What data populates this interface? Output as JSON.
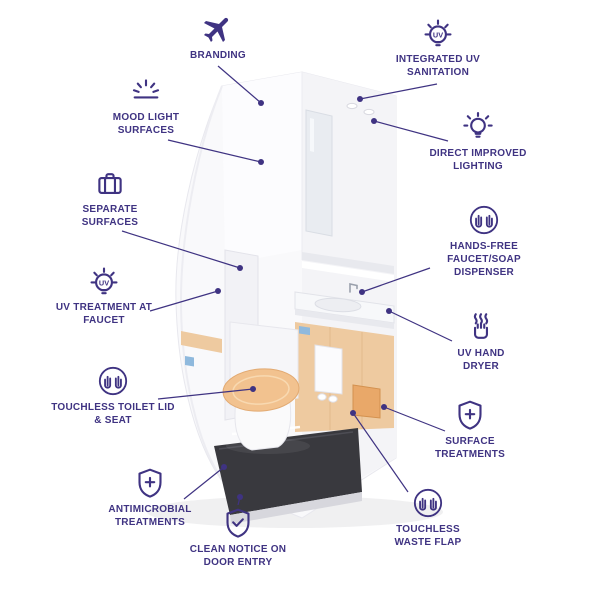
{
  "theme": {
    "accent": "#3f3382",
    "tan_panel": "#eecaa0",
    "toilet_lid_tan": "#f2c28f",
    "floor_dark": "#39393e",
    "sign_blue": "#8fb9dd",
    "background": "#ffffff"
  },
  "icons": {
    "uv_text": "UV"
  },
  "callouts": [
    {
      "id": "branding",
      "label": "BRANDING",
      "icon": "plane-icon"
    },
    {
      "id": "integrated-uv-sanitation",
      "label": "INTEGRATED UV SANITATION",
      "icon": "uv-bulb-icon"
    },
    {
      "id": "mood-light-surfaces",
      "label": "MOOD LIGHT SURFACES",
      "icon": "mood-light-icon"
    },
    {
      "id": "direct-improved-lighting",
      "label": "DIRECT IMPROVED LIGHTING",
      "icon": "lightbulb-icon"
    },
    {
      "id": "separate-surfaces",
      "label": "SEPARATE SURFACES",
      "icon": "briefcase-icon"
    },
    {
      "id": "hands-free-faucet-soap",
      "label": "HANDS-FREE FAUCET/SOAP DISPENSER",
      "icon": "touchless-hands-icon"
    },
    {
      "id": "uv-treatment-at-faucet",
      "label": "UV TREATMENT AT FAUCET",
      "icon": "uv-bulb-icon"
    },
    {
      "id": "uv-hand-dryer",
      "label": "UV HAND DRYER",
      "icon": "hand-dryer-icon"
    },
    {
      "id": "touchless-toilet-lid-seat",
      "label": "TOUCHLESS TOILET LID & SEAT",
      "icon": "touchless-hands-icon"
    },
    {
      "id": "surface-treatments",
      "label": "SURFACE TREATMENTS",
      "icon": "shield-plus-icon"
    },
    {
      "id": "antimicrobial-treatments",
      "label": "ANTIMICROBIAL TREATMENTS",
      "icon": "shield-plus-icon"
    },
    {
      "id": "clean-notice-on-door-entry",
      "label": "CLEAN NOTICE ON DOOR ENTRY",
      "icon": "shield-check-icon"
    },
    {
      "id": "touchless-waste-flap",
      "label": "TOUCHLESS WASTE FLAP",
      "icon": "touchless-hands-icon"
    }
  ]
}
